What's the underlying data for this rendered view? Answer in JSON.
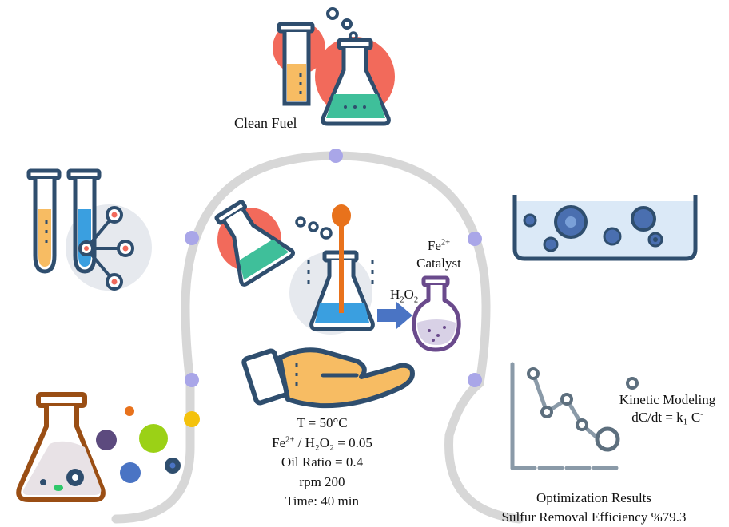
{
  "labels": {
    "clean_fuel": "Clean Fuel",
    "fe": "Fe",
    "fe_charge": "2+",
    "catalyst": "Catalyst",
    "h2o2_h": "H",
    "h2o2_2a": "2",
    "h2o2_o": "O",
    "h2o2_2b": "2",
    "kinetic_title": "Kinetic Modeling",
    "kinetic_eq": "dC/dt = k₁ C",
    "kinetic_eq_sup": "-",
    "opt_title": "Optimization Results",
    "opt_value": "Sulfur Removal Efficiency %79.3"
  },
  "conditions": {
    "temp": "T = 50°C",
    "ratio_fe": "Fe",
    "ratio_fe_charge": "2+",
    "ratio_rest": " / H₂O₂ = 0.05",
    "oil": "Oil Ratio = 0.4",
    "rpm": "rpm 200",
    "time": "Time: 40 min"
  },
  "colors": {
    "red": "#f26a5b",
    "orange": "#e8721c",
    "navy": "#2f4e6e",
    "teal": "#3fbf9a",
    "yellow_fill": "#f7bc63",
    "blue_fill": "#3a9fe0",
    "purple": "#6a4a8c",
    "brown": "#9a4e14",
    "track": "#d7d7d7",
    "light_circle": "#e6e9ee",
    "node": "#a9a6e8"
  },
  "icons": [
    "test-tube-icon",
    "flask-icon",
    "bubbles-icon",
    "test-tubes-network-icon",
    "beaker-bubbles-icon",
    "reaction-flask-icon",
    "pipette-icon",
    "round-flask-icon",
    "hand-icon",
    "arrow-icon",
    "line-chart-icon",
    "brown-flask-icon"
  ]
}
